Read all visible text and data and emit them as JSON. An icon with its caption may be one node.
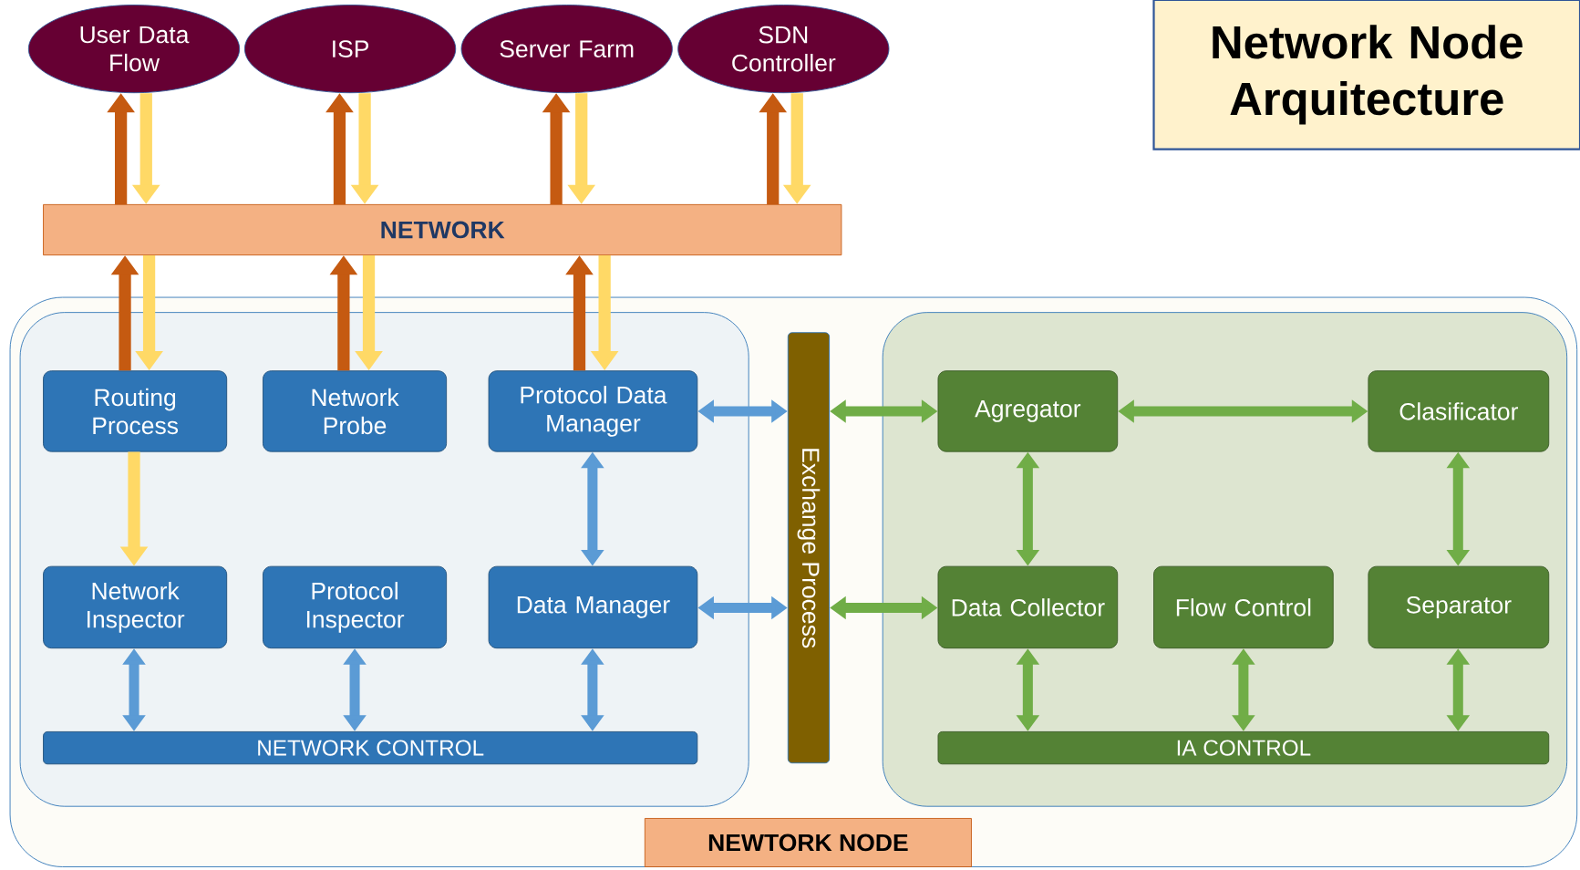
{
  "diagram": {
    "title": "Network Node Arquitecture",
    "nodes": [
      {
        "text": [
          "User Data Flow"
        ]
      },
      {
        "text": [
          "ISP"
        ]
      },
      {
        "text": [
          "Server Farm"
        ]
      },
      {
        "text": [
          "SDN Controller"
        ]
      },
      {
        "text": [
          "NETWORK"
        ]
      },
      {
        "text": [
          "NEWTORK NODE"
        ]
      },
      {
        "text": [],
        "shape": "box",
        "in": 5
      },
      {
        "text": [],
        "shape": "box",
        "in": 5
      },
      {
        "text": [
          "Exchange Process"
        ],
        "in": 5
      },
      {
        "text": [
          "Routing Process"
        ],
        "in": 6
      },
      {
        "text": [
          "Network Probe"
        ],
        "in": 6
      },
      {
        "text": [
          "Protocol Data Manager"
        ],
        "in": 6
      },
      {
        "text": [
          "Network Inspector"
        ],
        "in": 6
      },
      {
        "text": [
          "Protocol Inspector"
        ],
        "in": 6
      },
      {
        "text": [
          "Data Manager"
        ],
        "in": 6
      },
      {
        "text": [
          "NETWORK CONTROL"
        ],
        "in": 6
      },
      {
        "text": [
          "Agregator"
        ],
        "in": 7
      },
      {
        "text": [
          "Clasificator"
        ],
        "in": 7
      },
      {
        "text": [
          "Data Collector"
        ],
        "in": 7
      },
      {
        "text": [
          "Flow Control"
        ],
        "in": 7
      },
      {
        "text": [
          "Separator"
        ],
        "in": 7
      },
      {
        "text": [
          "IA CONTROL"
        ],
        "in": 7
      }
    ],
    "edges": [
      {
        "from": 4,
        "to": 0,
        "arrow": "to",
        "color": "#c55a11"
      },
      {
        "from": 0,
        "to": 4,
        "arrow": "to",
        "color": "#ffd966"
      },
      {
        "from": 4,
        "to": 1,
        "arrow": "to",
        "color": "#c55a11"
      },
      {
        "from": 1,
        "to": 4,
        "arrow": "to",
        "color": "#ffd966"
      },
      {
        "from": 4,
        "to": 2,
        "arrow": "to",
        "color": "#c55a11"
      },
      {
        "from": 2,
        "to": 4,
        "arrow": "to",
        "color": "#ffd966"
      },
      {
        "from": 4,
        "to": 3,
        "arrow": "to",
        "color": "#c55a11"
      },
      {
        "from": 3,
        "to": 4,
        "arrow": "to",
        "color": "#ffd966"
      },
      {
        "from": 9,
        "to": 4,
        "arrow": "to",
        "color": "#c55a11"
      },
      {
        "from": 4,
        "to": 9,
        "arrow": "to",
        "color": "#ffd966"
      },
      {
        "from": 10,
        "to": 4,
        "arrow": "to",
        "color": "#c55a11"
      },
      {
        "from": 4,
        "to": 10,
        "arrow": "to",
        "color": "#ffd966"
      },
      {
        "from": 11,
        "to": 4,
        "arrow": "to",
        "color": "#c55a11"
      },
      {
        "from": 4,
        "to": 11,
        "arrow": "to",
        "color": "#ffd966"
      },
      {
        "from": 9,
        "to": 12,
        "arrow": "to",
        "color": "#ffd966"
      },
      {
        "from": 11,
        "to": 14,
        "arrow": "both",
        "color": "#5b9bd5"
      },
      {
        "from": 12,
        "to": 15,
        "arrow": "both",
        "color": "#5b9bd5"
      },
      {
        "from": 13,
        "to": 15,
        "arrow": "both",
        "color": "#5b9bd5"
      },
      {
        "from": 14,
        "to": 15,
        "arrow": "both",
        "color": "#5b9bd5"
      },
      {
        "from": 11,
        "to": 8,
        "arrow": "both",
        "color": "#5b9bd5"
      },
      {
        "from": 14,
        "to": 8,
        "arrow": "both",
        "color": "#5b9bd5"
      },
      {
        "from": 8,
        "to": 16,
        "arrow": "both",
        "color": "#70ad47"
      },
      {
        "from": 8,
        "to": 18,
        "arrow": "both",
        "color": "#70ad47"
      },
      {
        "from": 16,
        "to": 17,
        "arrow": "both",
        "color": "#70ad47"
      },
      {
        "from": 16,
        "to": 18,
        "arrow": "both",
        "color": "#70ad47"
      },
      {
        "from": 17,
        "to": 20,
        "arrow": "both",
        "color": "#70ad47"
      },
      {
        "from": 18,
        "to": 21,
        "arrow": "both",
        "color": "#70ad47"
      },
      {
        "from": 19,
        "to": 21,
        "arrow": "both",
        "color": "#70ad47"
      },
      {
        "from": 20,
        "to": 21,
        "arrow": "both",
        "color": "#70ad47"
      }
    ]
  }
}
